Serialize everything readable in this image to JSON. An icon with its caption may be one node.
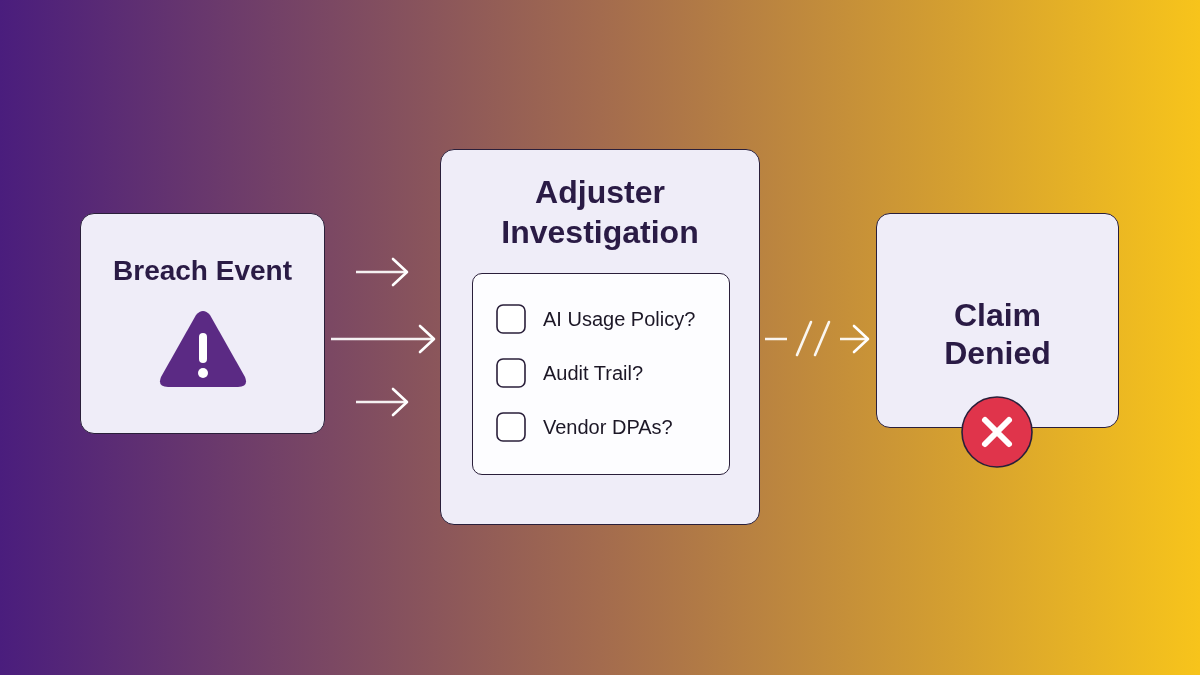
{
  "diagram": {
    "nodes": [
      {
        "text": [
          "Breach Event"
        ]
      },
      {
        "text": [
          "Adjuster Investigation"
        ]
      },
      {
        "text": [
          "AI Usage Policy?",
          "Audit Trail?",
          "Vendor DPAs?"
        ],
        "in": 1
      },
      {
        "text": [
          "Claim Denied"
        ]
      }
    ],
    "edges": [
      {
        "from": 0,
        "to": 1,
        "arrow": "to"
      },
      {
        "from": 0,
        "to": 1,
        "arrow": "to"
      },
      {
        "from": 0,
        "to": 1,
        "arrow": "to"
      },
      {
        "from": 1,
        "to": 3,
        "arrow": "to",
        "style": "dashed"
      }
    ]
  }
}
